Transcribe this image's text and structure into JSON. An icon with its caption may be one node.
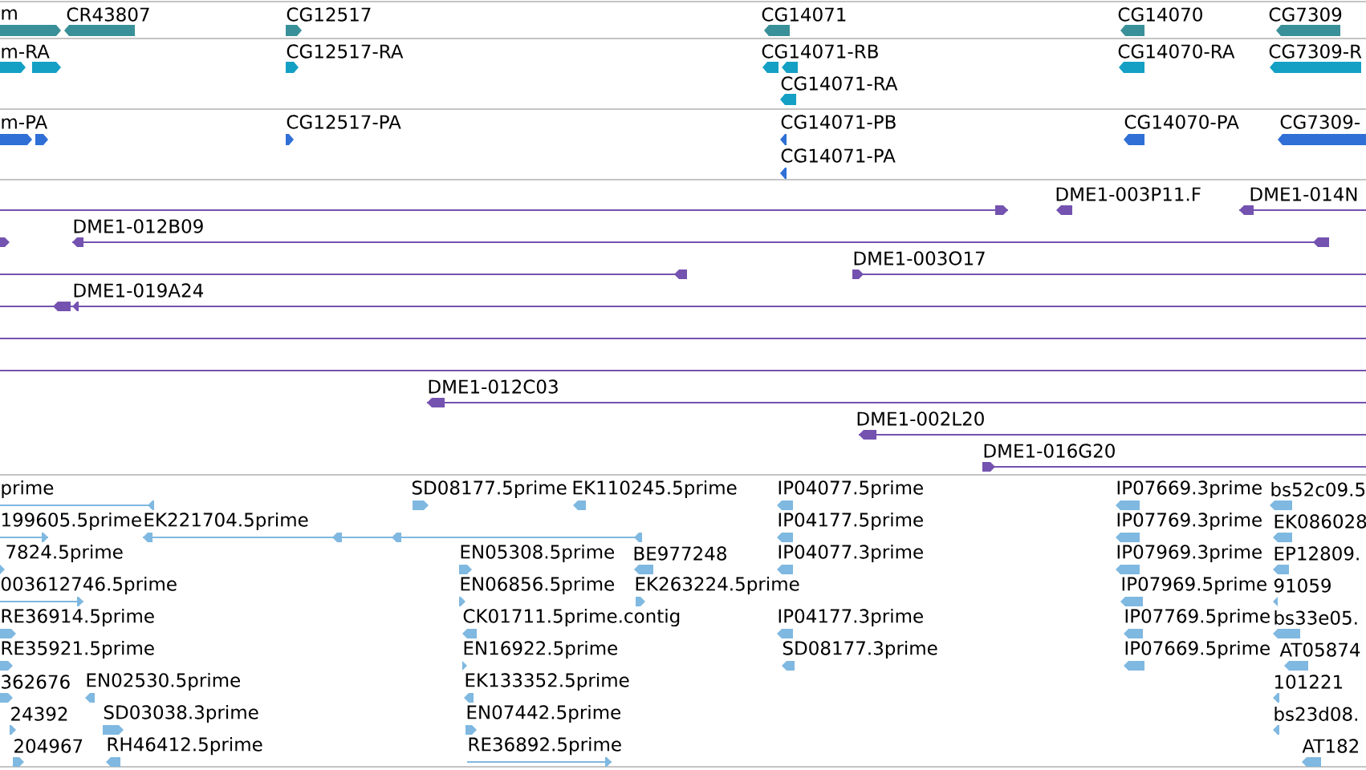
{
  "diagram": {
    "labels": [
      "m",
      "CR43807",
      "CG12517",
      "CG14071",
      "CG14070",
      "CG7309",
      "m-RA",
      "CG12517-RA",
      "CG14071-RB",
      "CG14070-RA",
      "CG7309-R",
      "CG14071-RA",
      "m-PA",
      "CG12517-PA",
      "CG14071-PB",
      "CG14070-PA",
      "CG7309-",
      "CG14071-PA",
      "DME1-003P11.F",
      "DME1-014N",
      "DME1-012B09",
      "DME1-003O17",
      "DME1-019A24",
      "DME1-012C03",
      "DME1-002L20",
      "DME1-016G20",
      "prime",
      "SD08177.5prime",
      "EK110245.5prime",
      "IP04077.5prime",
      "IP07669.3prime",
      "bs52c09.5",
      "199605.5prime",
      "EK221704.5prime",
      "IP04177.5prime",
      "IP07769.3prime",
      "EK086028",
      "7824.5prime",
      "EN05308.5prime",
      "BE977248",
      "IP04077.3prime",
      "IP07969.3prime",
      "EP12809.",
      "003612746.5prime",
      "EN06856.5prime",
      "EK263224.5prime",
      "IP07969.5prime",
      "91059",
      "RE36914.5prime",
      "CK01711.5prime.contig",
      "IP04177.3prime",
      "IP07769.5prime",
      "bs33e05.",
      "RE35921.5prime",
      "EN16922.5prime",
      "SD08177.3prime",
      "IP07669.5prime",
      "AT05874",
      "362676",
      "EN02530.5prime",
      "EK133352.5prime",
      "101221",
      "24392",
      "SD03038.3prime",
      "EN07442.5prime",
      "bs23d08.",
      "204967",
      "RH46412.5prime",
      "RE36892.5prime",
      "AT182"
    ]
  }
}
